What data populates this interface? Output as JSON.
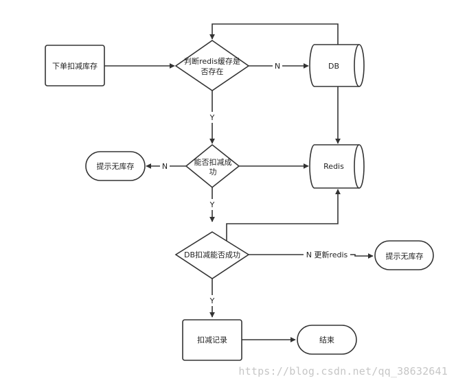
{
  "nodes": {
    "order": "下单扣减库存",
    "check_redis_line1": "判断redis缓存是",
    "check_redis_line2": "否存在",
    "db": "DB",
    "redis": "Redis",
    "can_deduct_line1": "能否扣减成",
    "can_deduct_line2": "功",
    "no_stock_1": "提示无库存",
    "db_deduct": "DB扣减能否成功",
    "no_stock_2": "提示无库存",
    "record": "扣减记录",
    "end": "结束"
  },
  "edges": {
    "check_to_db": "N",
    "check_to_can_deduct": "Y",
    "can_deduct_to_no_stock": "N",
    "can_deduct_to_db_deduct": "Y",
    "db_deduct_to_no_stock": "N 更新redis",
    "db_deduct_to_record": "Y"
  },
  "watermark": "https://blog.csdn.net/qq_38632641",
  "colors": {
    "stroke": "#333333",
    "text": "#222222",
    "watermark": "#c6c6c6"
  }
}
